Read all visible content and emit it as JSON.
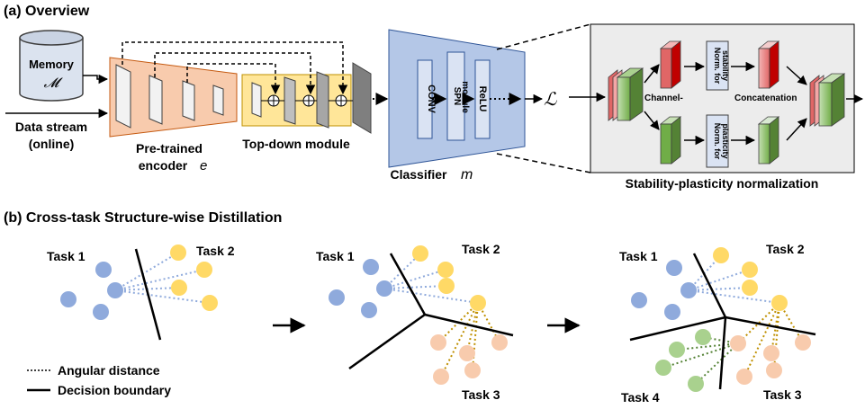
{
  "section_a": {
    "title": "(a) Overview"
  },
  "memory": {
    "label": "Memory",
    "symbol": "𝓜"
  },
  "data_stream": {
    "line1": "Data stream",
    "line2": "(online)"
  },
  "encoder": {
    "line1": "Pre-trained",
    "line2": "encoder",
    "symbol": "e"
  },
  "topdown": {
    "label": "Top-down module"
  },
  "classifier": {
    "label": "Classifier",
    "symbol": "m",
    "conv": "CONV",
    "spn_line1": "SPN",
    "spn_line2": "module",
    "relu": "ReLU"
  },
  "loss": {
    "symbol": "ℒ"
  },
  "spn_detail": {
    "title": "Stability-plasticity normalization",
    "split_label": "Channel-",
    "norm_stability_line1": "Norm. for",
    "norm_stability_line2": "stability",
    "norm_plasticity_line1": "Norm. for",
    "norm_plasticity_line2": "plasticity",
    "concat_label": "Concatenation"
  },
  "section_b": {
    "title": "(b) Cross-task Structure-wise Distillation"
  },
  "panels": {
    "p1": {
      "task1": "Task 1",
      "task2": "Task 2"
    },
    "p2": {
      "task1": "Task 1",
      "task2": "Task 2",
      "task3": "Task 3"
    },
    "p3": {
      "task1": "Task 1",
      "task2": "Task 2",
      "task3": "Task 3",
      "task4": "Task 4"
    }
  },
  "legend": {
    "angular": "Angular distance",
    "boundary": "Decision boundary"
  },
  "colors": {
    "encoder_fill": "#f8cbad",
    "topdown_fill": "#ffe699",
    "classifier_fill": "#b4c7e7",
    "spn_panel_bg": "#ececec",
    "task1_blue": "#8faadc",
    "task2_yellow": "#ffd966",
    "task3_peach": "#f8cbad",
    "task4_green": "#a9d18e",
    "red_feature": "#e06666",
    "green_feature": "#70ad47"
  }
}
